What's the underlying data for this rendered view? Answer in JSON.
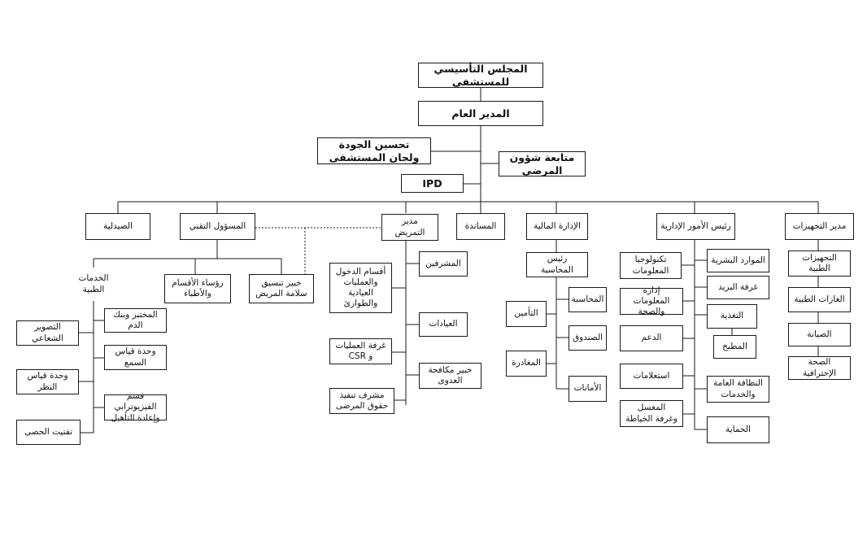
{
  "colors": {
    "line": "#1a1a1a",
    "box_border": "#1a1a1a",
    "text": "#111111",
    "background": "#ffffff"
  },
  "nodes": {
    "board": "المجلس التأسيسي للمستشفى",
    "gm": "المدير العام",
    "quality": "تحسين الجودة\nولجان المستشفى",
    "patient_affairs": "متابعة شؤون المرضى",
    "ipd": "IPD",
    "pharmacy": "الصيدلية",
    "technical": "المسؤول التقني",
    "nursing": "مدير التمريض",
    "support": "المساندة",
    "finance": "الإدارة المالية",
    "admin": "رئيس الأمور الإدارية",
    "equipment": "مدير التجهيزات",
    "medical_services": "الخدمات\nالطبية",
    "dept_heads": "رؤساء الأقسام\nوالأطباء",
    "patient_safety": "خبير تنسيق\nسلامة المريض",
    "lab": "المختبر وبنك الدم",
    "radiology": "التصوير الشعاعي",
    "hearing": "وحدة قياس السمع",
    "vision": "وحدة قياس النظر",
    "physio": "قسم الفيزيوترابي\nوإعادة التأهيل",
    "lithotripsy": "تفتيت الحصى",
    "supervisors": "المشرفين",
    "admissions": "أقسام الدخول\nوالعمليات العيادية\nوالطوارئ",
    "clinics": "العيادات",
    "or_csr": "غرفة العمليات\nو CSR",
    "infection": "خبير مكافحة\nالعدوى",
    "rights": "مشرف تنفيذ\nحقوق المرضى",
    "chief_accountant": "رئيس المحاسبة",
    "accounting": "المحاسبة",
    "insurance": "التأمين",
    "cashbox": "الصندوق",
    "discharge": "المغادرة",
    "deposits": "الأمانات",
    "it": "تكنولوجيا\nالمعلومات",
    "hr": "الموارد البشرية",
    "his": "إدارة المعلومات\nوالصحة",
    "mail": "غرفة البريد",
    "nutrition": "التغذية",
    "support_services": "الدعم",
    "kitchen": "المطبخ",
    "info_desk": "استعلامات",
    "cleaning": "النظافة العامة\nوالخدمات",
    "laundry": "المغسل\nوغرفة الخياطة",
    "security": "الحماية",
    "med_equipment": "التجهيزات الطبية",
    "med_gases": "الغازات الطبية",
    "maintenance": "الصيانة",
    "occupational": "الصحة الإحترافية"
  }
}
